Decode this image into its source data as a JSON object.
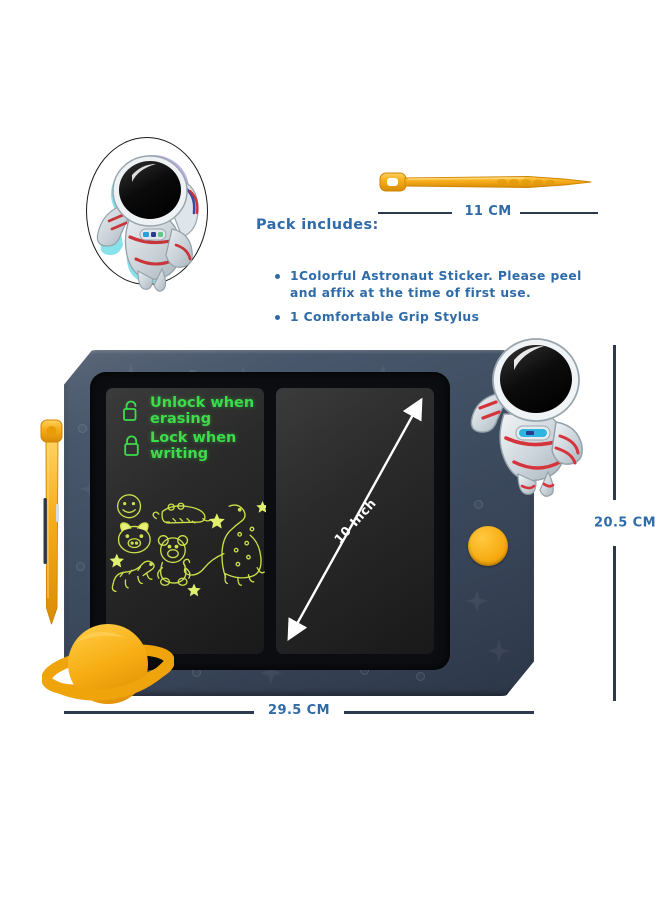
{
  "page": {
    "background": "#ffffff",
    "accent_blue": "#2e6ba8",
    "accent_orange": "#f5a609",
    "lcd_green": "#3ddc4a",
    "doodle_green": "#cde04a",
    "tablet_navy": "#3d4b5f"
  },
  "sticker": {
    "name": "astronaut-sticker",
    "caption": ""
  },
  "stylus_top": {
    "name": "stylus-pen"
  },
  "dimensions": {
    "stylus_length": "11 CM",
    "tablet_width": "29.5 CM",
    "tablet_height": "20.5 CM",
    "screen_diagonal": "10 Inch"
  },
  "pack": {
    "title": "Pack includes:",
    "items": [
      "1Colorful Astronaut Sticker. Please peel and affix at the time of first use.",
      "1 Comfortable Grip Stylus"
    ]
  },
  "lcd": {
    "lines": [
      {
        "icon": "unlock-icon",
        "text": "Unlock when erasing"
      },
      {
        "icon": "lock-icon",
        "text": "Lock when writing"
      }
    ],
    "doodles": [
      "smiley-face",
      "pig-face",
      "crocodile",
      "teddy-bear",
      "dinosaur-long-neck",
      "dinosaur-small",
      "star",
      "star",
      "star",
      "star"
    ]
  },
  "tablet": {
    "erase_button": "erase-button",
    "planet_decoration": "saturn-planet",
    "astronaut_decoration": "astronaut-sticker-large",
    "side_stylus": "side-stylus"
  }
}
